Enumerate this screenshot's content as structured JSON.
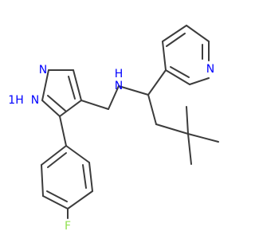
{
  "molecule": {
    "atoms": [
      {
        "id": "n_pyrazole_1",
        "label": "N",
        "color": "#0000ff"
      },
      {
        "id": "n_pyrazole_nh",
        "label": "1H",
        "label2": "N",
        "color": "#0000ff"
      },
      {
        "id": "n_amine",
        "label": "H",
        "label2": "N",
        "color": "#0000ff"
      },
      {
        "id": "n_pyridine",
        "label": "N",
        "color": "#0000ff"
      },
      {
        "id": "f_atom",
        "label": "F",
        "color": "#90e050"
      }
    ],
    "bond_color": "#3c3c3c"
  }
}
